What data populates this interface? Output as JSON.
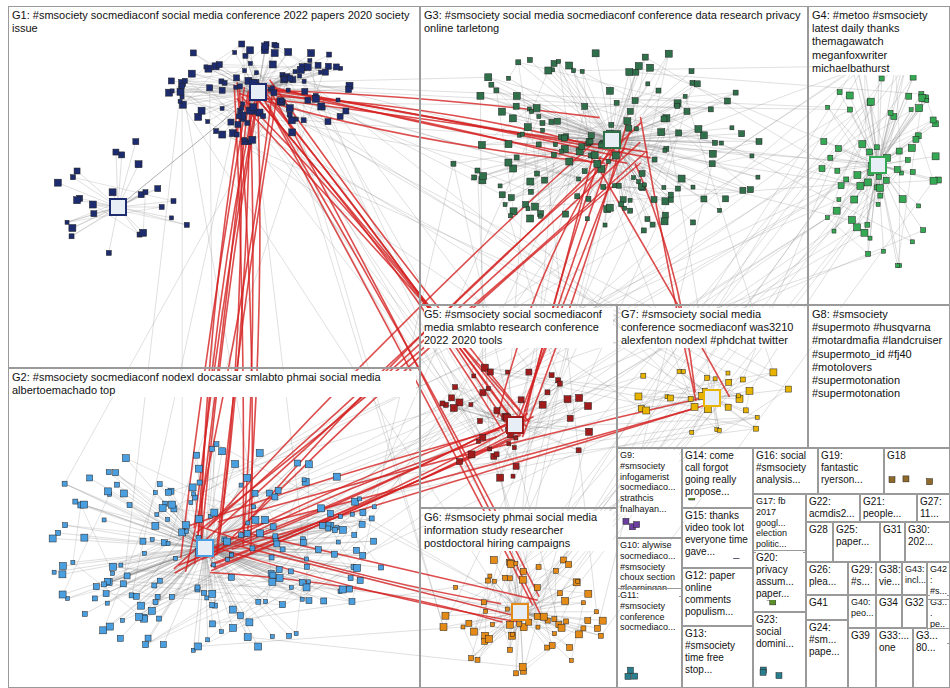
{
  "diagram": {
    "nodes": [
      {
        "text": [
          "G1: #smsociety socmediaconf social media conference 2022 papers 2020 society issue"
        ]
      },
      {
        "text": [
          "G2: #smsociety socmediaconf nodexl docassar smlabto phmai social media albertoemachado top"
        ]
      },
      {
        "text": [
          "G3: #smsociety social media socmediaconf conference data research privacy online tarletong"
        ]
      },
      {
        "text": [
          "G4: #metoo #smsociety latest daily thanks themagawatch meganfoxwriter michaelbathurst"
        ]
      },
      {
        "text": [
          "G5: #smsociety social socmediaconf media smlabto research conference 2022 2020 tools"
        ]
      },
      {
        "text": [
          "G6: #smsociety phmai social media information study researcher postdoctoral hiring campaigns"
        ]
      },
      {
        "text": [
          "G7: #smsociety social media conference socmediaconf was3210 alexfenton nodexl #phdchat twitter"
        ]
      },
      {
        "text": [
          "G8: #smsociety #supermoto #husqvarna #motardmafia #landcruiser #supermoto_id #fj40 #motolovers #supermotonation #supermotonation"
        ]
      },
      {
        "text": [
          "G9: #smsociety infogamerist socmediaco... strathcis fnalhayan..."
        ]
      },
      {
        "text": [
          "G10: alywise socmediaco... #smsociety choux section #learningan..."
        ]
      },
      {
        "text": [
          "G11: #smsociety conference socmediaco..."
        ]
      },
      {
        "text": [
          "G12: paper online comments populism..."
        ]
      },
      {
        "text": [
          "G13: #smsociety time free stop..."
        ]
      },
      {
        "text": [
          "G14: come call forgot going really propose..."
        ]
      },
      {
        "text": [
          "G15: thanks video took lot everyone time gave..."
        ]
      },
      {
        "text": [
          "G16: social #smsociety analysis..."
        ]
      },
      {
        "text": [
          "G17: fb 2017 googl... election politic..."
        ]
      },
      {
        "text": [
          "G18"
        ]
      },
      {
        "text": [
          "G19: fantastic ryerson..."
        ]
      },
      {
        "text": [
          "G20: privacy assum... paper..."
        ]
      },
      {
        "text": [
          "G21: people..."
        ]
      },
      {
        "text": [
          "G22: acmdis2..."
        ]
      },
      {
        "text": [
          "G23: social domini..."
        ]
      },
      {
        "text": [
          "G24: #sm... pape..."
        ]
      },
      {
        "text": [
          "G25: paper..."
        ]
      },
      {
        "text": [
          "G26: plea..."
        ]
      },
      {
        "text": [
          "G27: 11..."
        ]
      },
      {
        "text": [
          "G28"
        ]
      },
      {
        "text": [
          "G29: #s..."
        ]
      },
      {
        "text": [
          "G30: 202..."
        ]
      },
      {
        "text": [
          "G31"
        ]
      },
      {
        "text": [
          "G32"
        ]
      },
      {
        "text": [
          "G33:... one"
        ]
      },
      {
        "text": [
          "G34"
        ]
      },
      {
        "text": [
          "G3... pe..."
        ]
      },
      {
        "text": [
          "G3... 80..."
        ]
      },
      {
        "text": [
          "G38: vie..."
        ]
      },
      {
        "text": [
          "G39"
        ]
      },
      {
        "text": [
          "G40: peo..."
        ]
      },
      {
        "text": [
          "G41"
        ]
      },
      {
        "text": [
          "G42: #s..."
        ]
      },
      {
        "text": [
          "G43: incl..."
        ]
      }
    ]
  }
}
